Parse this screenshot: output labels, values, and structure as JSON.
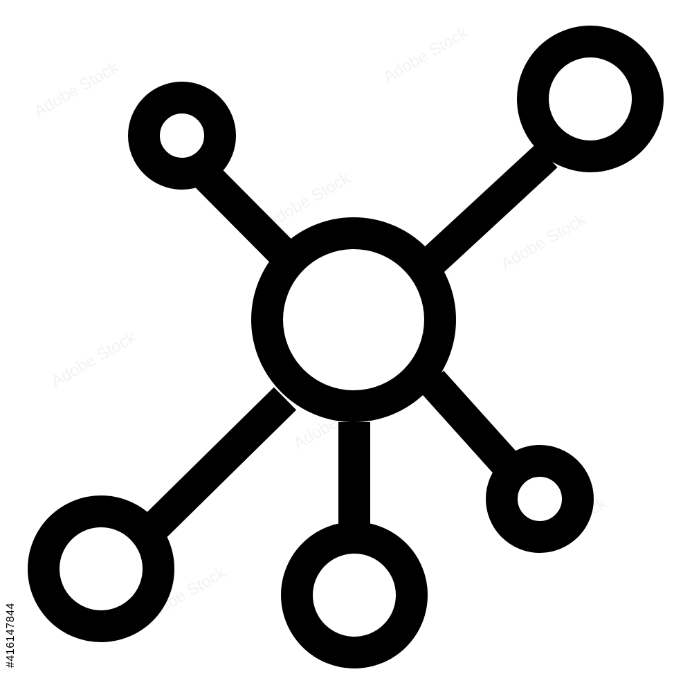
{
  "icon": {
    "name": "network-hub-icon",
    "stroke_color": "#000000",
    "background_color": "#ffffff",
    "node_count": 6,
    "link_count": 5
  },
  "watermark": {
    "text": "Adobe Stock"
  },
  "stock_id": {
    "text": "#416147844"
  }
}
